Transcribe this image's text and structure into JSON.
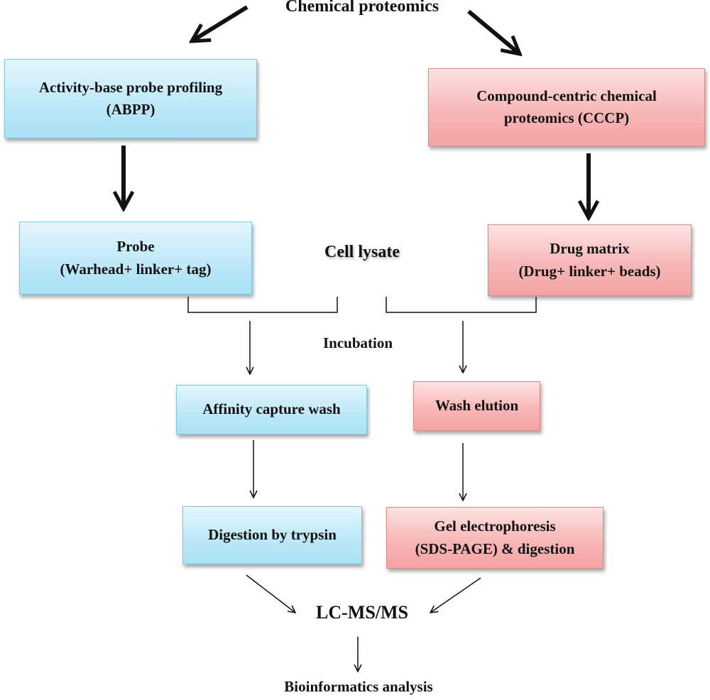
{
  "title": "Chemical proteomics",
  "left": {
    "method_line1": "Activity-base probe profiling",
    "method_line2": "(ABPP)",
    "probe_line1": "Probe",
    "probe_line2": "(Warhead+ linker+ tag)",
    "capture": "Affinity capture wash",
    "digestion": "Digestion by trypsin"
  },
  "right": {
    "method_line1": "Compound-centric chemical",
    "method_line2": "proteomics (CCCP)",
    "matrix_line1": "Drug matrix",
    "matrix_line2": "(Drug+ linker+ beads)",
    "wash": "Wash elution",
    "gel_line1": "Gel electrophoresis",
    "gel_line2": "(SDS-PAGE) & digestion"
  },
  "center": {
    "cell_lysate": "Cell lysate",
    "incubation": "Incubation",
    "lcms": "LC-MS/MS",
    "bioinformatics": "Bioinformatics analysis"
  },
  "colors": {
    "blue_fill": "#bfe9f8",
    "red_fill": "#f8b7b7",
    "arrow": "#111111"
  }
}
